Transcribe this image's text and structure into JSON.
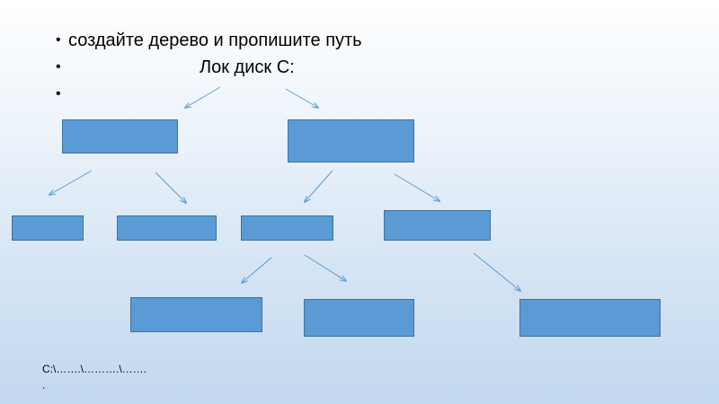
{
  "bullets": [
    "создайте дерево и пропишите путь",
    "Лок диск С:",
    ""
  ],
  "path_line1": "C:\\…….\\……….\\…….",
  "path_line2": ".",
  "colors": {
    "box_fill": "#5b9bd5",
    "box_border": "#41719c",
    "arrow": "#5b9bd5"
  }
}
